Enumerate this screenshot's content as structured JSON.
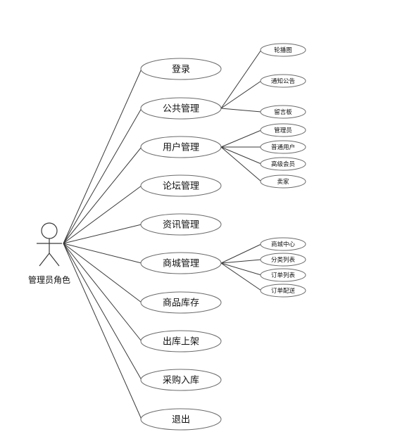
{
  "actor": {
    "label": "管理员角色"
  },
  "use_cases": [
    {
      "label": "登录",
      "children": []
    },
    {
      "label": "公共管理",
      "children": [
        "轮播图",
        "通知公告",
        "留言板"
      ]
    },
    {
      "label": "用户管理",
      "children": [
        "管理员",
        "普通用户",
        "高级会员",
        "卖家"
      ]
    },
    {
      "label": "论坛管理",
      "children": []
    },
    {
      "label": "资讯管理",
      "children": []
    },
    {
      "label": "商城管理",
      "children": [
        "商城中心",
        "分类列表",
        "订单列表",
        "订单配送"
      ]
    },
    {
      "label": "商品库存",
      "children": []
    },
    {
      "label": "出库上架",
      "children": []
    },
    {
      "label": "采购入库",
      "children": []
    },
    {
      "label": "退出",
      "children": []
    }
  ]
}
